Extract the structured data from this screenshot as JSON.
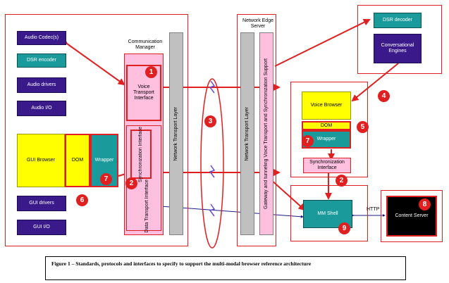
{
  "labels": {
    "audio_codec": "Audio Codec(s)",
    "dsr_encoder": "DSR encoder",
    "audio_drivers": "Audio drivers",
    "audio_io": "Audio I/O",
    "gui_browser": "GUI Browser",
    "dom_left": "DOM",
    "wrapper_left": "Wrapper",
    "gui_drivers": "GUI drivers",
    "gui_io": "GUI I/O",
    "comm_manager": "Communication Manager",
    "voice_transport_interface": "Voice Transport Interface",
    "sync_interface_left": "Synchronization Interface",
    "data_transport_interface": "Data Transport Interface",
    "network_transport_layer_left": "Network Transport Layer",
    "network_edge_server": "Network Edge Server",
    "network_transport_layer_right": "Network Transport Layer",
    "gateway_voice_sync": "Gateway and tunneling Voice Transport and Synchronization Support",
    "dsr_decoder": "DSR decoder",
    "conversational_engines": "Conversational Engines",
    "voice_browser": "Voice Browser",
    "dom_right": "DOM",
    "wrapper_right": "Wrapper",
    "sync_interface_right": "Synchronization Interface",
    "mm_shell": "MM Shell",
    "http": "HTTP",
    "content_server": "Content Server"
  },
  "badges": [
    "1",
    "2",
    "2",
    "3",
    "4",
    "5",
    "6",
    "7",
    "7",
    "8",
    "9"
  ],
  "caption": "Figure 1 – Standards, protocols and interfaces to specify to support the multi-modal browser reference architecture",
  "colors": {
    "red": "#e02020",
    "purple": "#3a1a8a",
    "teal": "#1a9a9a",
    "yellow": "#ffff00",
    "pink": "#ffc0e0",
    "grey": "#c0c0c0",
    "navy": "#1a1a8a",
    "black": "#000000"
  }
}
